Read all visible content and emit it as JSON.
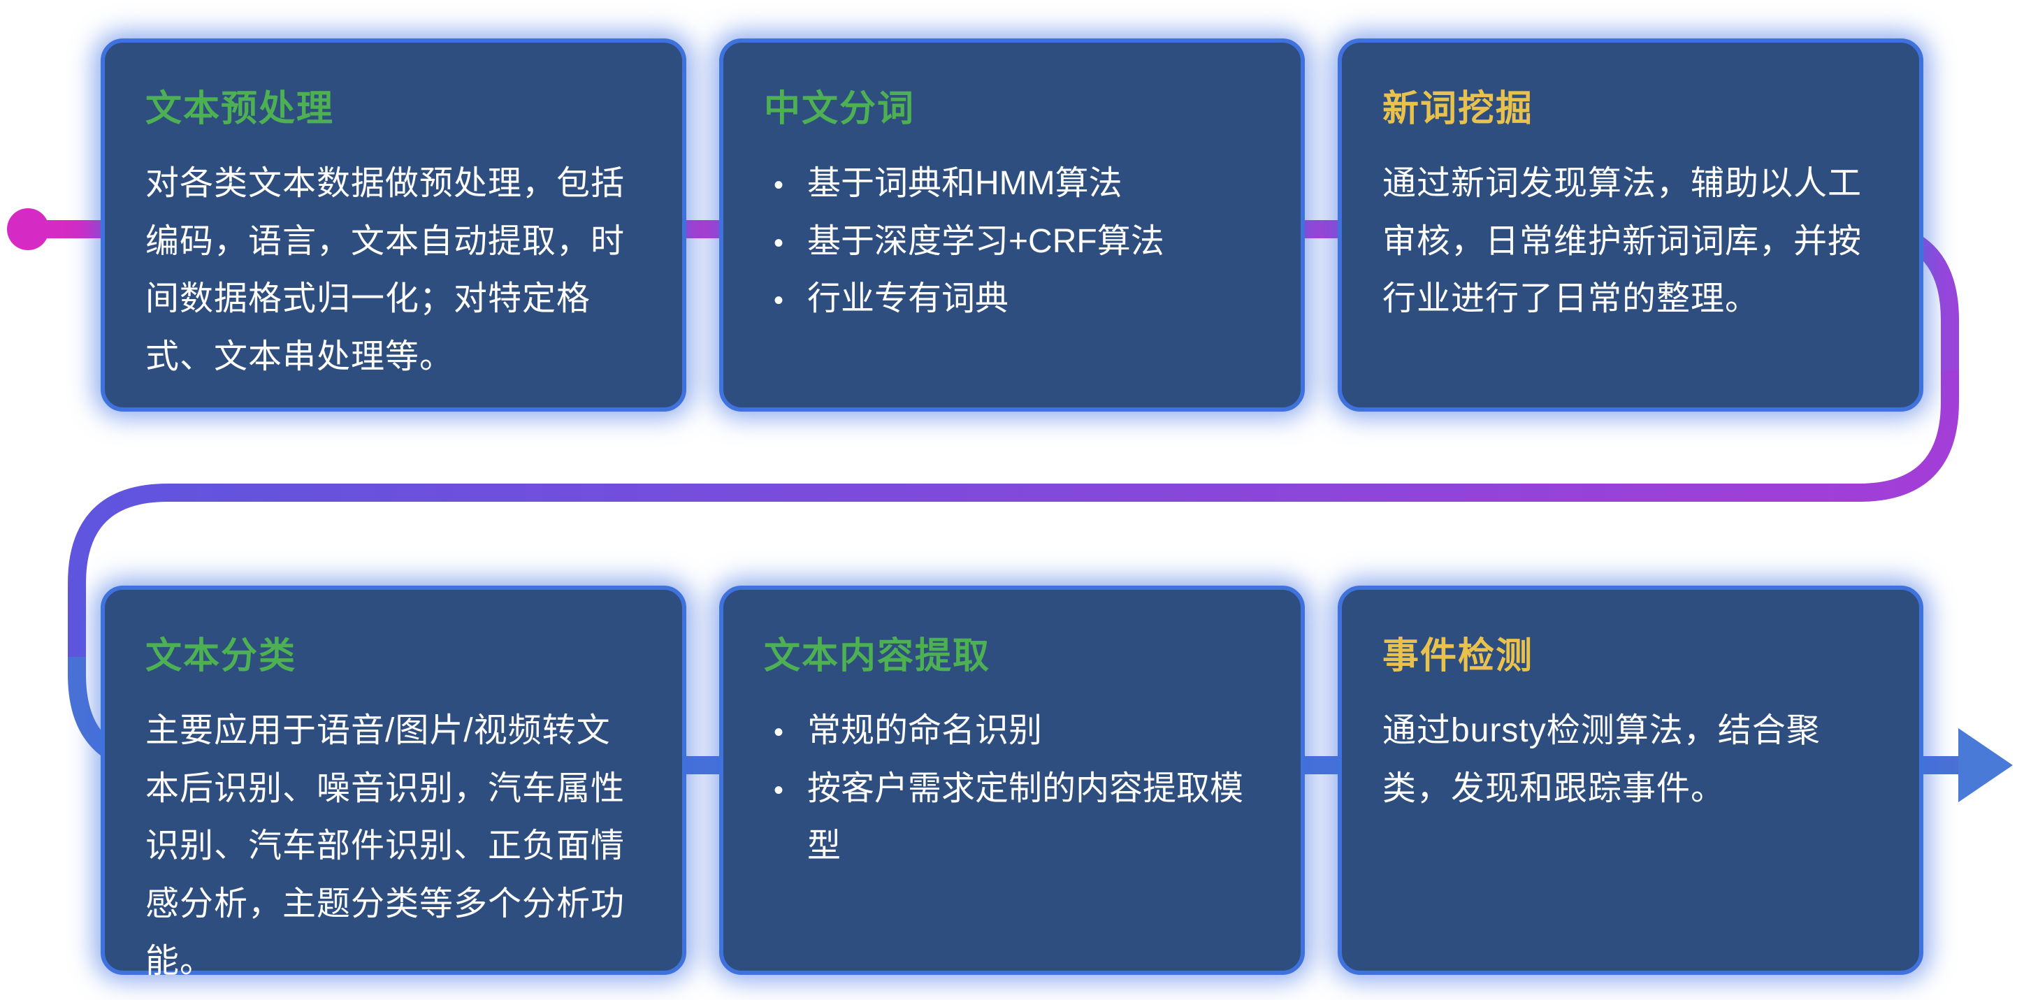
{
  "glyphs": {
    "bullet": "•"
  },
  "flow": {
    "start_color": "#d62ac4",
    "top_gradient": [
      "#d62ac4",
      "#9a45da"
    ],
    "middle_gradient": [
      "#5f55de",
      "#a33ed7"
    ],
    "bottom_color": "#4a72d6",
    "arrow_color": "#4a7ad8"
  },
  "cards": [
    {
      "title": "文本预处理",
      "title_color": "#4db052",
      "body": "对各类文本数据做预处理，包括编码，语言，文本自动提取，时间数据格式归一化；对特定格式、文本串处理等。"
    },
    {
      "title": "中文分词",
      "title_color": "#4db052",
      "bullets": [
        "基于词典和HMM算法",
        "基于深度学习+CRF算法",
        "行业专有词典"
      ]
    },
    {
      "title": "新词挖掘",
      "title_color": "#e8c24d",
      "body": "通过新词发现算法，辅助以人工审核，日常维护新词词库，并按行业进行了日常的整理。"
    },
    {
      "title": "文本分类",
      "title_color": "#4db052",
      "body": "主要应用于语音/图片/视频转文本后识别、噪音识别，汽车属性识别、汽车部件识别、正负面情感分析，主题分类等多个分析功能。"
    },
    {
      "title": "文本内容提取",
      "title_color": "#4db052",
      "bullets": [
        "常规的命名识别",
        "按客户需求定制的内容提取模型"
      ]
    },
    {
      "title": "事件检测",
      "title_color": "#e8c24d",
      "body": "通过bursty检测算法，结合聚类，发现和跟踪事件。"
    }
  ]
}
